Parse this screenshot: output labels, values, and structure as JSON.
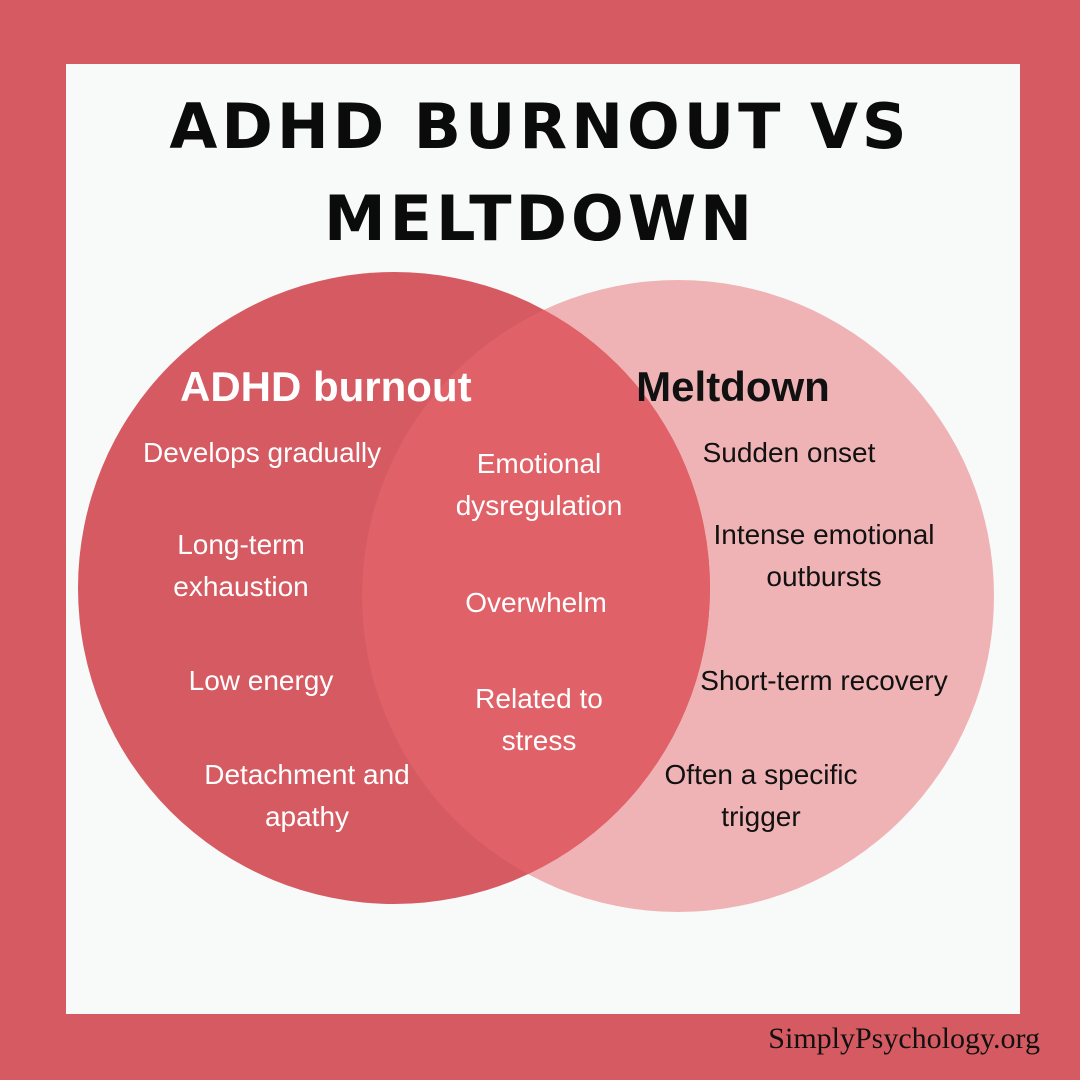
{
  "title": {
    "line1": "ADHD BURNOUT VS",
    "line2": "MELTDOWN"
  },
  "colors": {
    "frame": "#d65a62",
    "panel": "#f8f9f9",
    "left_circle": "#d65a62",
    "right_circle": "#f0b3b5",
    "overlap": "#e06168"
  },
  "venn": {
    "left": {
      "heading": "ADHD burnout",
      "items": [
        "Develops gradually",
        "Long-term\nexhaustion",
        "Low energy",
        "Detachment and\napathy"
      ]
    },
    "overlap": {
      "items": [
        "Emotional\ndysregulation",
        "Overwhelm",
        "Related to\nstress"
      ]
    },
    "right": {
      "heading": "Meltdown",
      "items": [
        "Sudden onset",
        "Intense emotional\noutbursts",
        "Short-term recovery",
        "Often a specific\ntrigger"
      ]
    }
  },
  "watermark": "SimplyPsychology.org"
}
